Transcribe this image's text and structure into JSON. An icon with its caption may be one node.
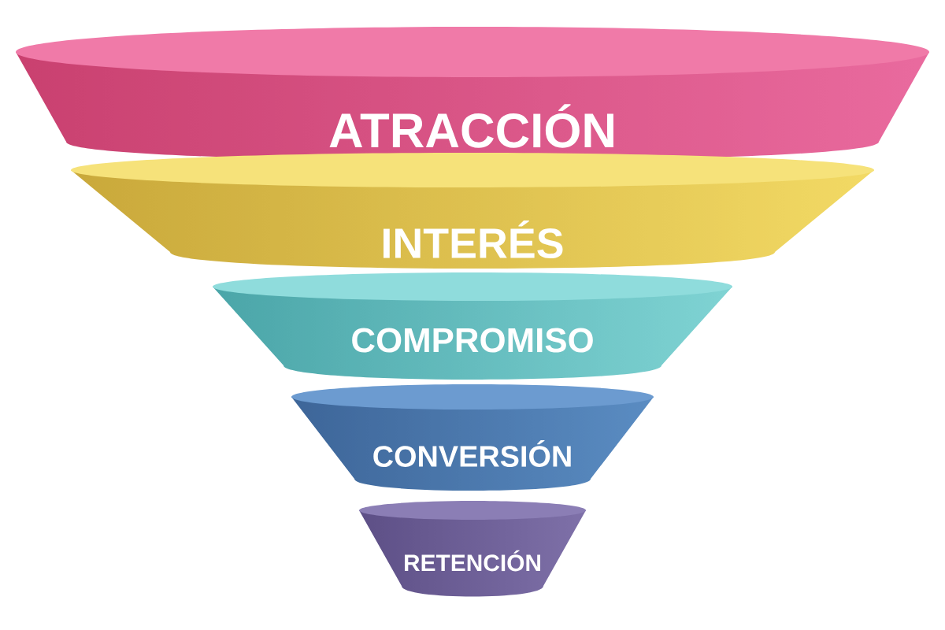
{
  "diagram": {
    "nodes": [
      {
        "text": [
          "ATRACCIÓN"
        ]
      },
      {
        "text": [
          "INTERÉS"
        ]
      },
      {
        "text": [
          "COMPROMISO"
        ]
      },
      {
        "text": [
          "CONVERSIÓN"
        ]
      },
      {
        "text": [
          "RETENCIÓN"
        ]
      }
    ]
  }
}
